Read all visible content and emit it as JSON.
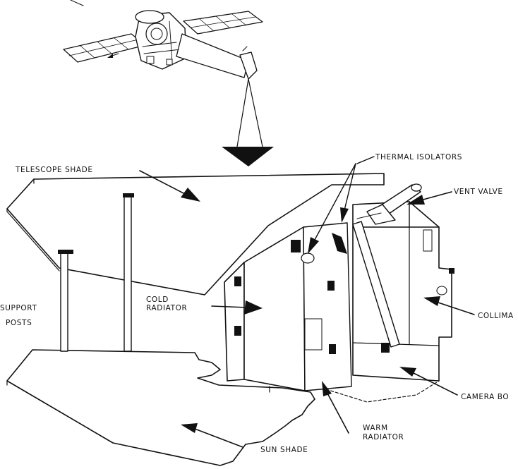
{
  "labels": {
    "thermal_isolators": "THERMAL ISOLATORS",
    "telescope_shade": "TELESCOPE SHADE",
    "vent_valve": "VENT VALVE",
    "cold": "COLD",
    "radiator": "RADIATOR",
    "support": "SUPPORT",
    "posts": "POSTS",
    "collimator": "COLLIMA",
    "camera_body": "CAMERA BO",
    "warm": "WARM",
    "warm_radiator": "RADIATOR",
    "sun_shade": "SUN SHADE"
  },
  "colors": {
    "ink": "#111111",
    "paper": "#ffffff"
  }
}
